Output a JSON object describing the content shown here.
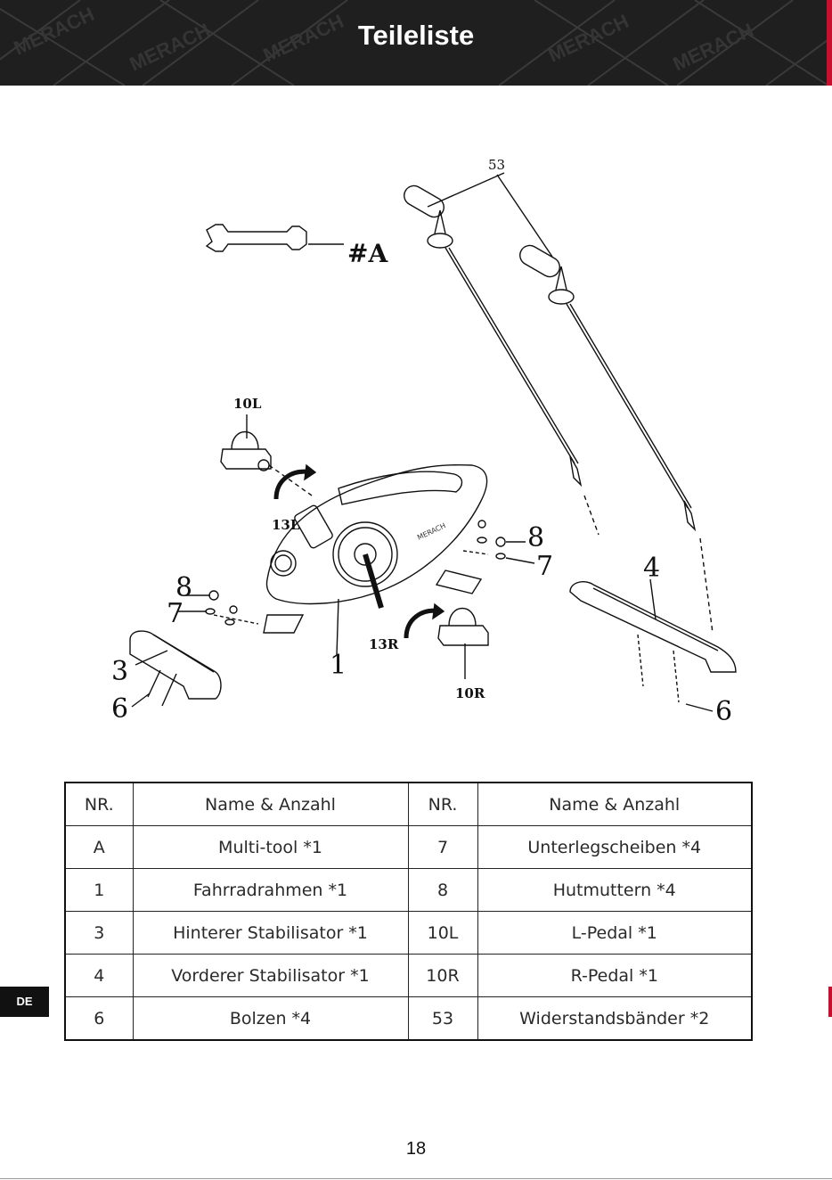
{
  "header": {
    "title": "Teileliste",
    "brand_watermark": "MERACH",
    "background_color": "#1f1f1f",
    "accent_color": "#c8102e"
  },
  "diagram": {
    "labels": {
      "tool": "#A",
      "bands": "53",
      "pedal_left": "10L",
      "crank_left": "13L",
      "nut_left": "8",
      "washer_left": "7",
      "rear_stabilizer": "3",
      "bolt_left": "6",
      "frame": "1",
      "crank_right": "13R",
      "pedal_right": "10R",
      "nut_right": "8",
      "washer_right": "7",
      "front_stabilizer": "4",
      "bolt_right": "6"
    },
    "frame_brand": "MERACH"
  },
  "parts_table": {
    "headers": [
      "NR.",
      "Name & Anzahl",
      "NR.",
      "Name & Anzahl"
    ],
    "rows": [
      [
        "A",
        "Multi-tool *1",
        "7",
        "Unterlegscheiben *4"
      ],
      [
        "1",
        "Fahrradrahmen *1",
        "8",
        "Hutmuttern *4"
      ],
      [
        "3",
        "Hinterer Stabilisator *1",
        "10L",
        "L-Pedal *1"
      ],
      [
        "4",
        "Vorderer Stabilisator *1",
        "10R",
        "R-Pedal *1"
      ],
      [
        "6",
        "Bolzen *4",
        "53",
        "Widerstandsbänder *2"
      ]
    ]
  },
  "language_tab": "DE",
  "page_number": "18"
}
